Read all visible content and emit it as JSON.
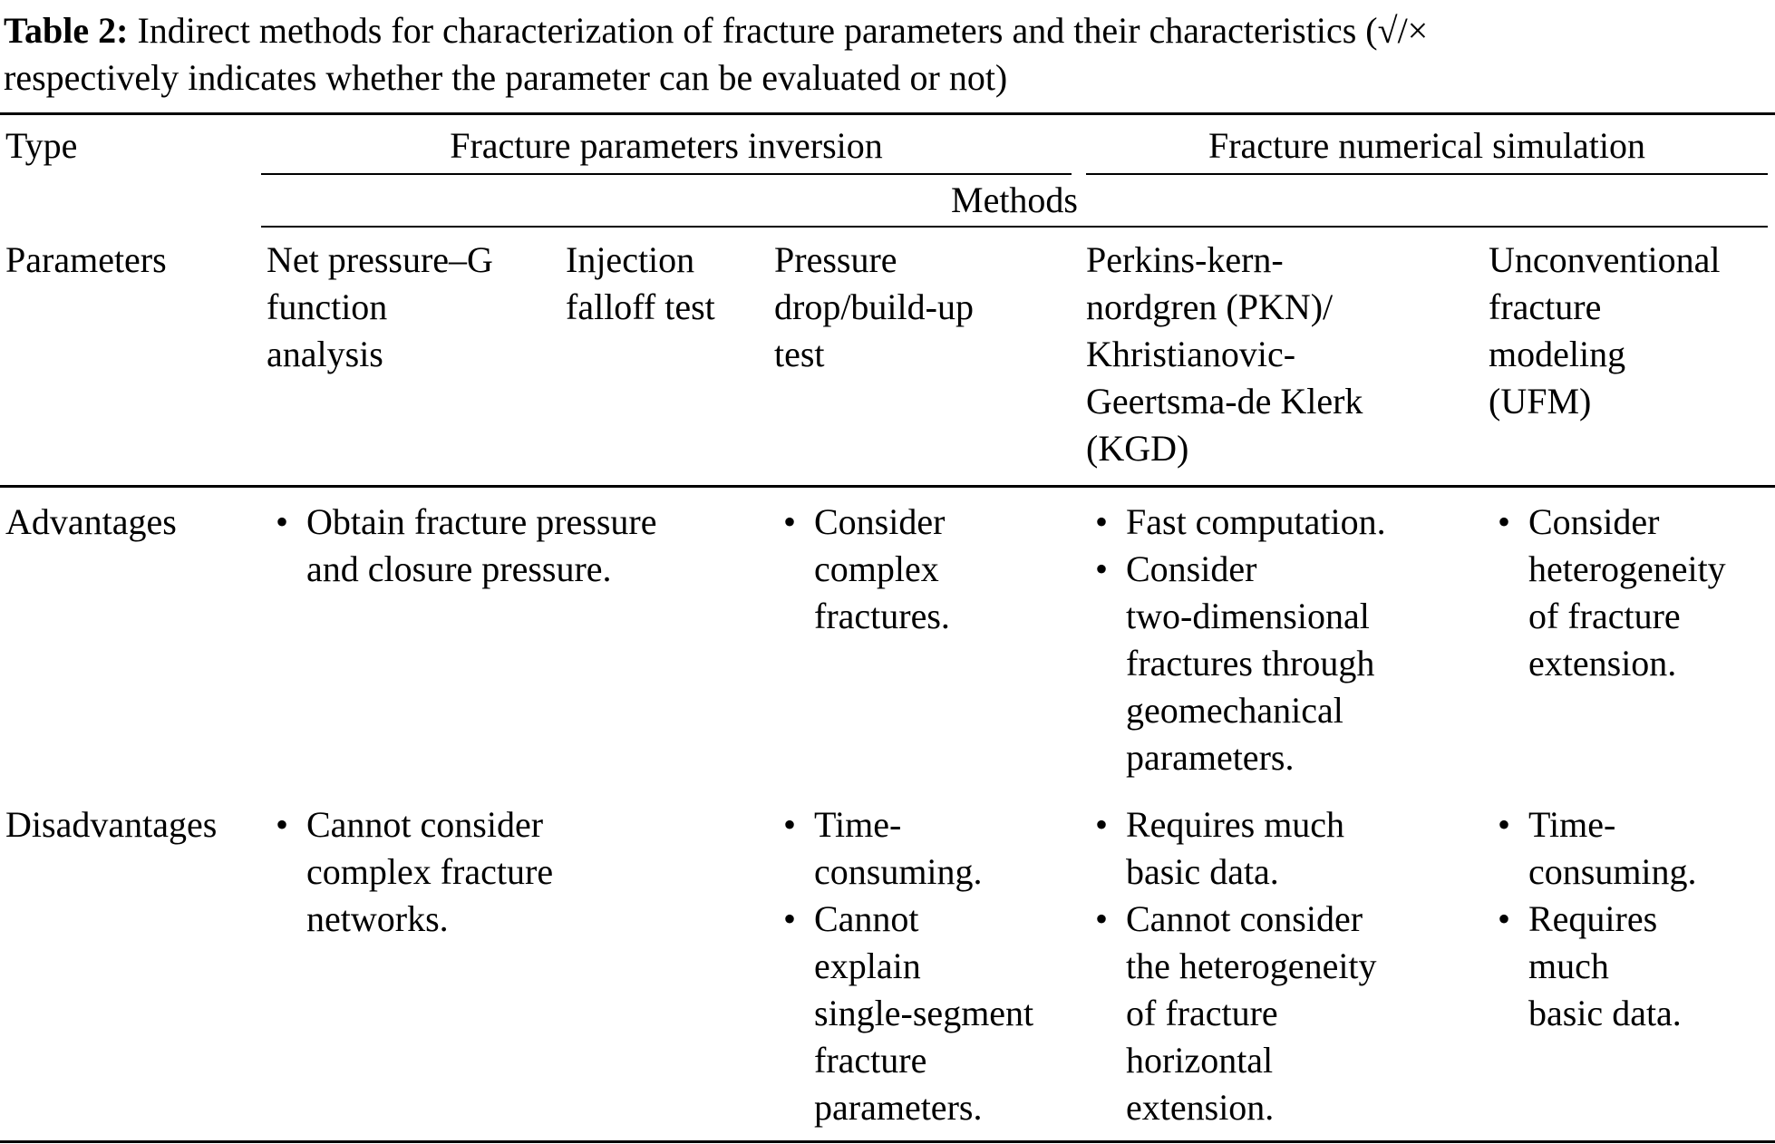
{
  "glyphs": {
    "bullet": "•"
  },
  "caption": {
    "label": "Table 2:",
    "text": "Indirect methods for characterization of fracture parameters and their characteristics (√/×\nrespectively indicates whether the parameter can be evaluated or not)"
  },
  "header": {
    "type": "Type",
    "groups": [
      {
        "label": "Fracture parameters inversion"
      },
      {
        "label": "Fracture numerical simulation"
      }
    ],
    "methods_label": "Methods",
    "parameters_label": "Parameters",
    "methods": [
      "Net pressure–G\nfunction\nanalysis",
      "Injection\nfalloff test",
      "Pressure\ndrop/build-up\ntest",
      "Perkins-kern-\nnordgren (PKN)/\nKhristianovic-\nGeertsma-de Klerk\n(KGD)",
      "Unconventional\nfracture\nmodeling\n(UFM)"
    ]
  },
  "advantages": {
    "label": "Advantages",
    "cells": [
      {
        "items": [
          "Obtain fracture pressure\nand closure pressure."
        ]
      },
      {
        "items": [
          "Consider\ncomplex\nfractures."
        ]
      },
      {
        "items": [
          "Fast computation.",
          "Consider\ntwo-dimensional\nfractures through\ngeomechanical\nparameters."
        ]
      },
      {
        "items": [
          "Consider\nheterogeneity\nof fracture\nextension."
        ]
      }
    ]
  },
  "disadvantages": {
    "label": "Disadvantages",
    "cells": [
      {
        "items": [
          "Cannot consider\ncomplex fracture\nnetworks."
        ]
      },
      {
        "items": [
          "Time-\nconsuming.",
          "Cannot\nexplain\nsingle-segment\nfracture\nparameters."
        ]
      },
      {
        "items": [
          "Requires much\nbasic data.",
          "Cannot consider\nthe heterogeneity\nof fracture\nhorizontal\nextension."
        ]
      },
      {
        "items": [
          "Time-\nconsuming.",
          "Requires\nmuch\nbasic data."
        ]
      }
    ]
  }
}
